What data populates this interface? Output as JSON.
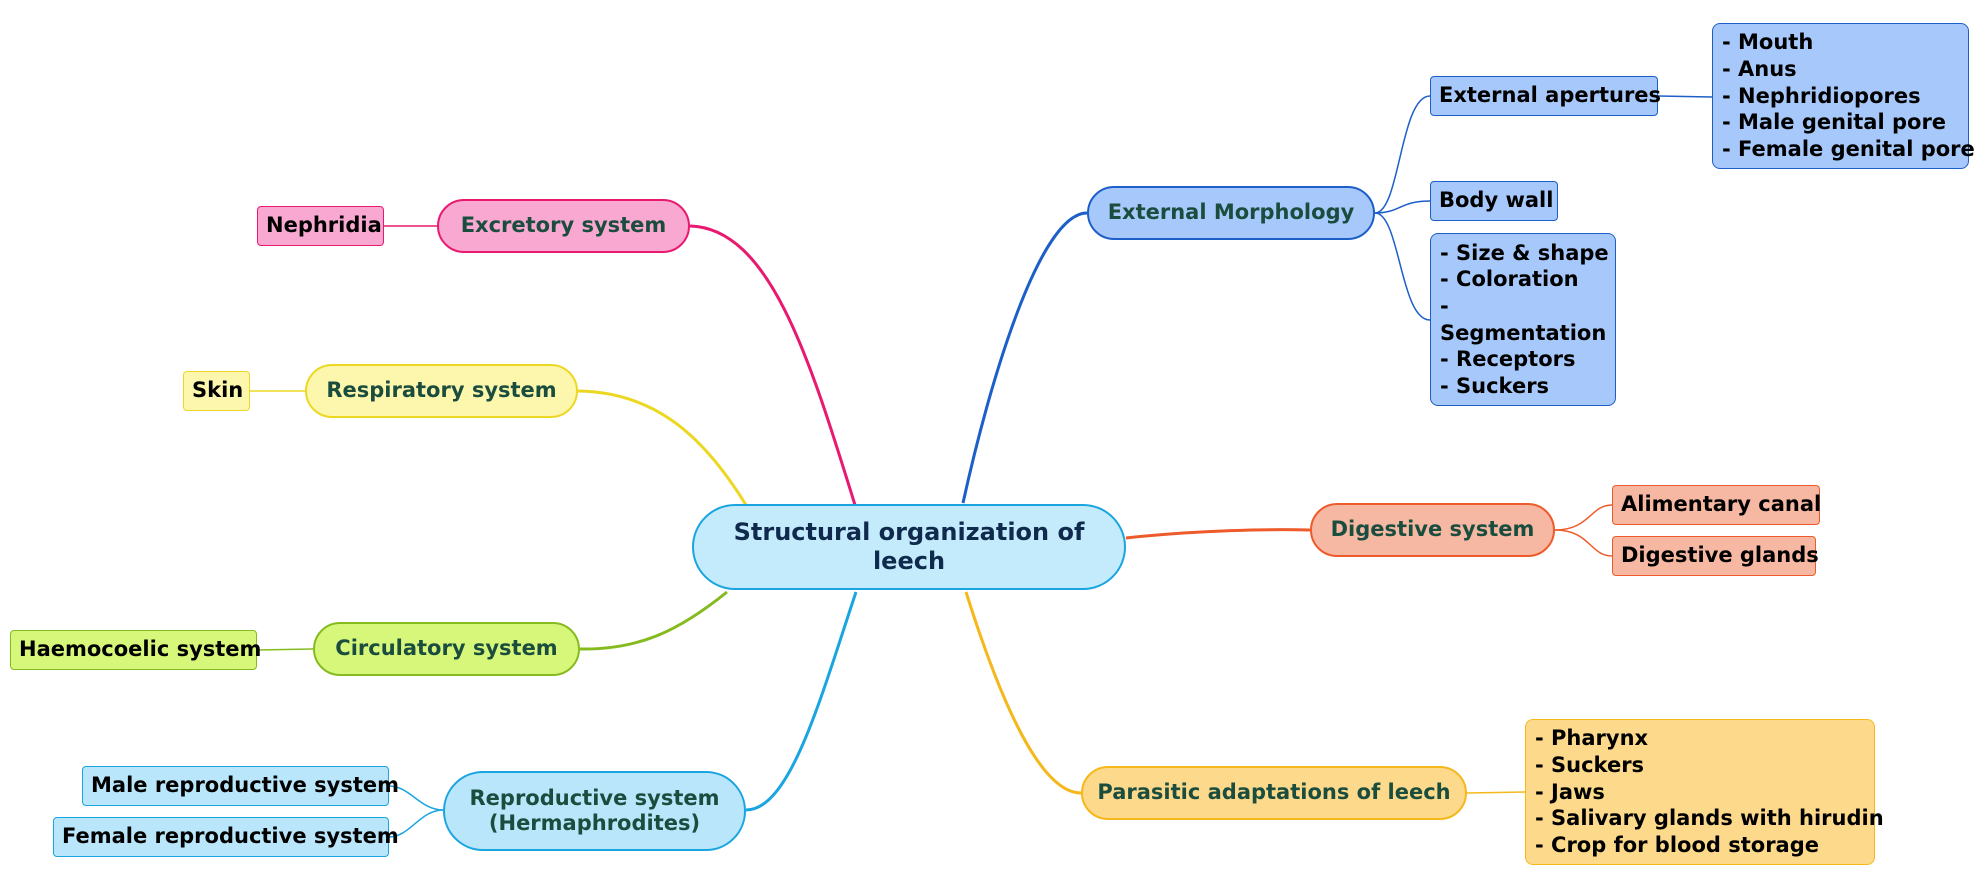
{
  "center": {
    "line1": "Structural organization of",
    "line2": "leech"
  },
  "colors": {
    "excretory": "#e8196f",
    "respiratory": "#ecd823",
    "circulatory": "#86bb1f",
    "reproductive": "#1aa5e0",
    "morphology": "#1d5fc9",
    "digestive": "#ee5a2a",
    "parasitic": "#f5b81a"
  },
  "branches": {
    "excretory": {
      "label": "Excretory system",
      "child": "Nephridia"
    },
    "respiratory": {
      "label": "Respiratory system",
      "child": "Skin"
    },
    "circulatory": {
      "label": "Circulatory system",
      "child": "Haemocoelic system"
    },
    "reproductive": {
      "line1": "Reproductive system",
      "line2": "(Hermaphrodites)",
      "children": [
        "Male reproductive system",
        "Female reproductive system"
      ]
    },
    "morphology": {
      "label": "External Morphology",
      "apertures": {
        "label": "External apertures",
        "items": [
          "- Mouth",
          "- Anus",
          "- Nephridiopores",
          "- Male genital pore",
          "- Female genital pore"
        ]
      },
      "body_wall": "Body wall",
      "features": [
        "- Size & shape",
        "- Coloration",
        "-",
        "Segmentation",
        "- Receptors",
        "- Suckers"
      ]
    },
    "digestive": {
      "label": "Digestive system",
      "children": [
        "Alimentary canal",
        "Digestive glands"
      ]
    },
    "parasitic": {
      "label": "Parasitic adaptations of leech",
      "items": [
        "- Pharynx",
        "- Suckers",
        "- Jaws",
        "- Salivary glands with hirudin",
        "- Crop for blood storage"
      ]
    }
  }
}
